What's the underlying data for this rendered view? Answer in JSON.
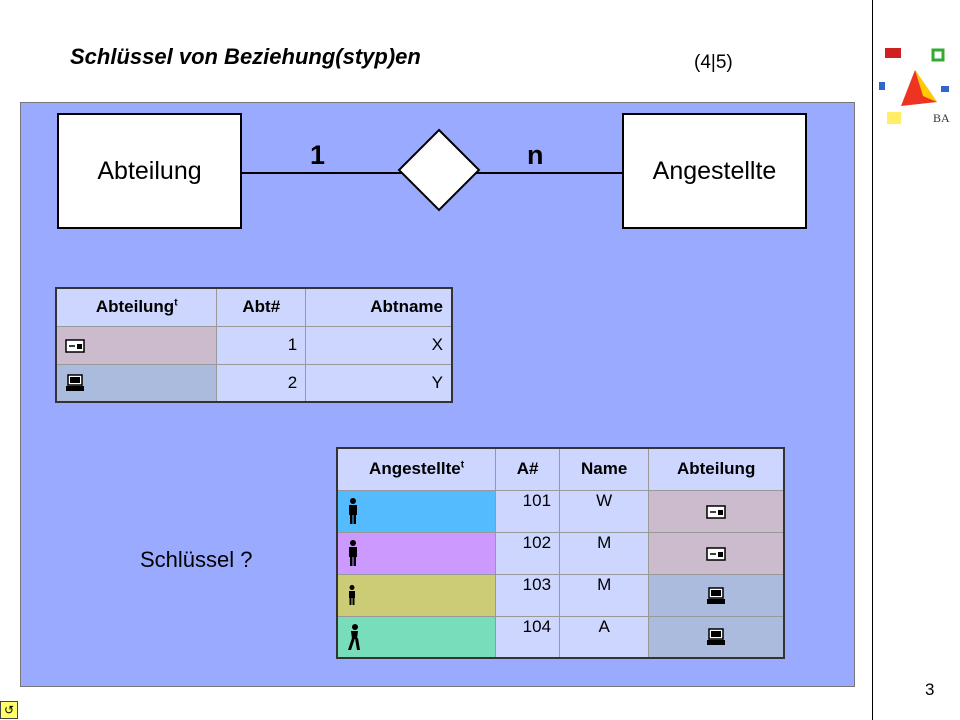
{
  "slide": {
    "title": "Schlüssel von Beziehung(styp)en",
    "page_fraction": "(4|5)",
    "page_number": "3",
    "question": "Schlüssel ?"
  },
  "er_diagram": {
    "entity_left": "Abteilung",
    "entity_right": "Angestellte",
    "cardinality_left": "1",
    "cardinality_right": "n"
  },
  "table_abteilung": {
    "headers": {
      "type": "Abteilung",
      "type_sup": "t",
      "key": "Abt#",
      "name": "Abtname"
    },
    "rows": [
      {
        "icon": "folder-icon",
        "abt": "1",
        "abtname": "X"
      },
      {
        "icon": "computer-icon",
        "abt": "2",
        "abtname": "Y"
      }
    ]
  },
  "table_angestellte": {
    "headers": {
      "type": "Angestellte",
      "type_sup": "t",
      "key": "A#",
      "name": "Name",
      "dept": "Abteilung"
    },
    "rows": [
      {
        "icon": "person-icon",
        "a": "101",
        "name": "W",
        "dept_icon": "folder-icon"
      },
      {
        "icon": "person-icon",
        "a": "102",
        "name": "M",
        "dept_icon": "folder-icon"
      },
      {
        "icon": "person-icon",
        "a": "103",
        "name": "M",
        "dept_icon": "computer-icon"
      },
      {
        "icon": "person-walking-icon",
        "a": "104",
        "name": "A",
        "dept_icon": "computer-icon"
      }
    ]
  }
}
